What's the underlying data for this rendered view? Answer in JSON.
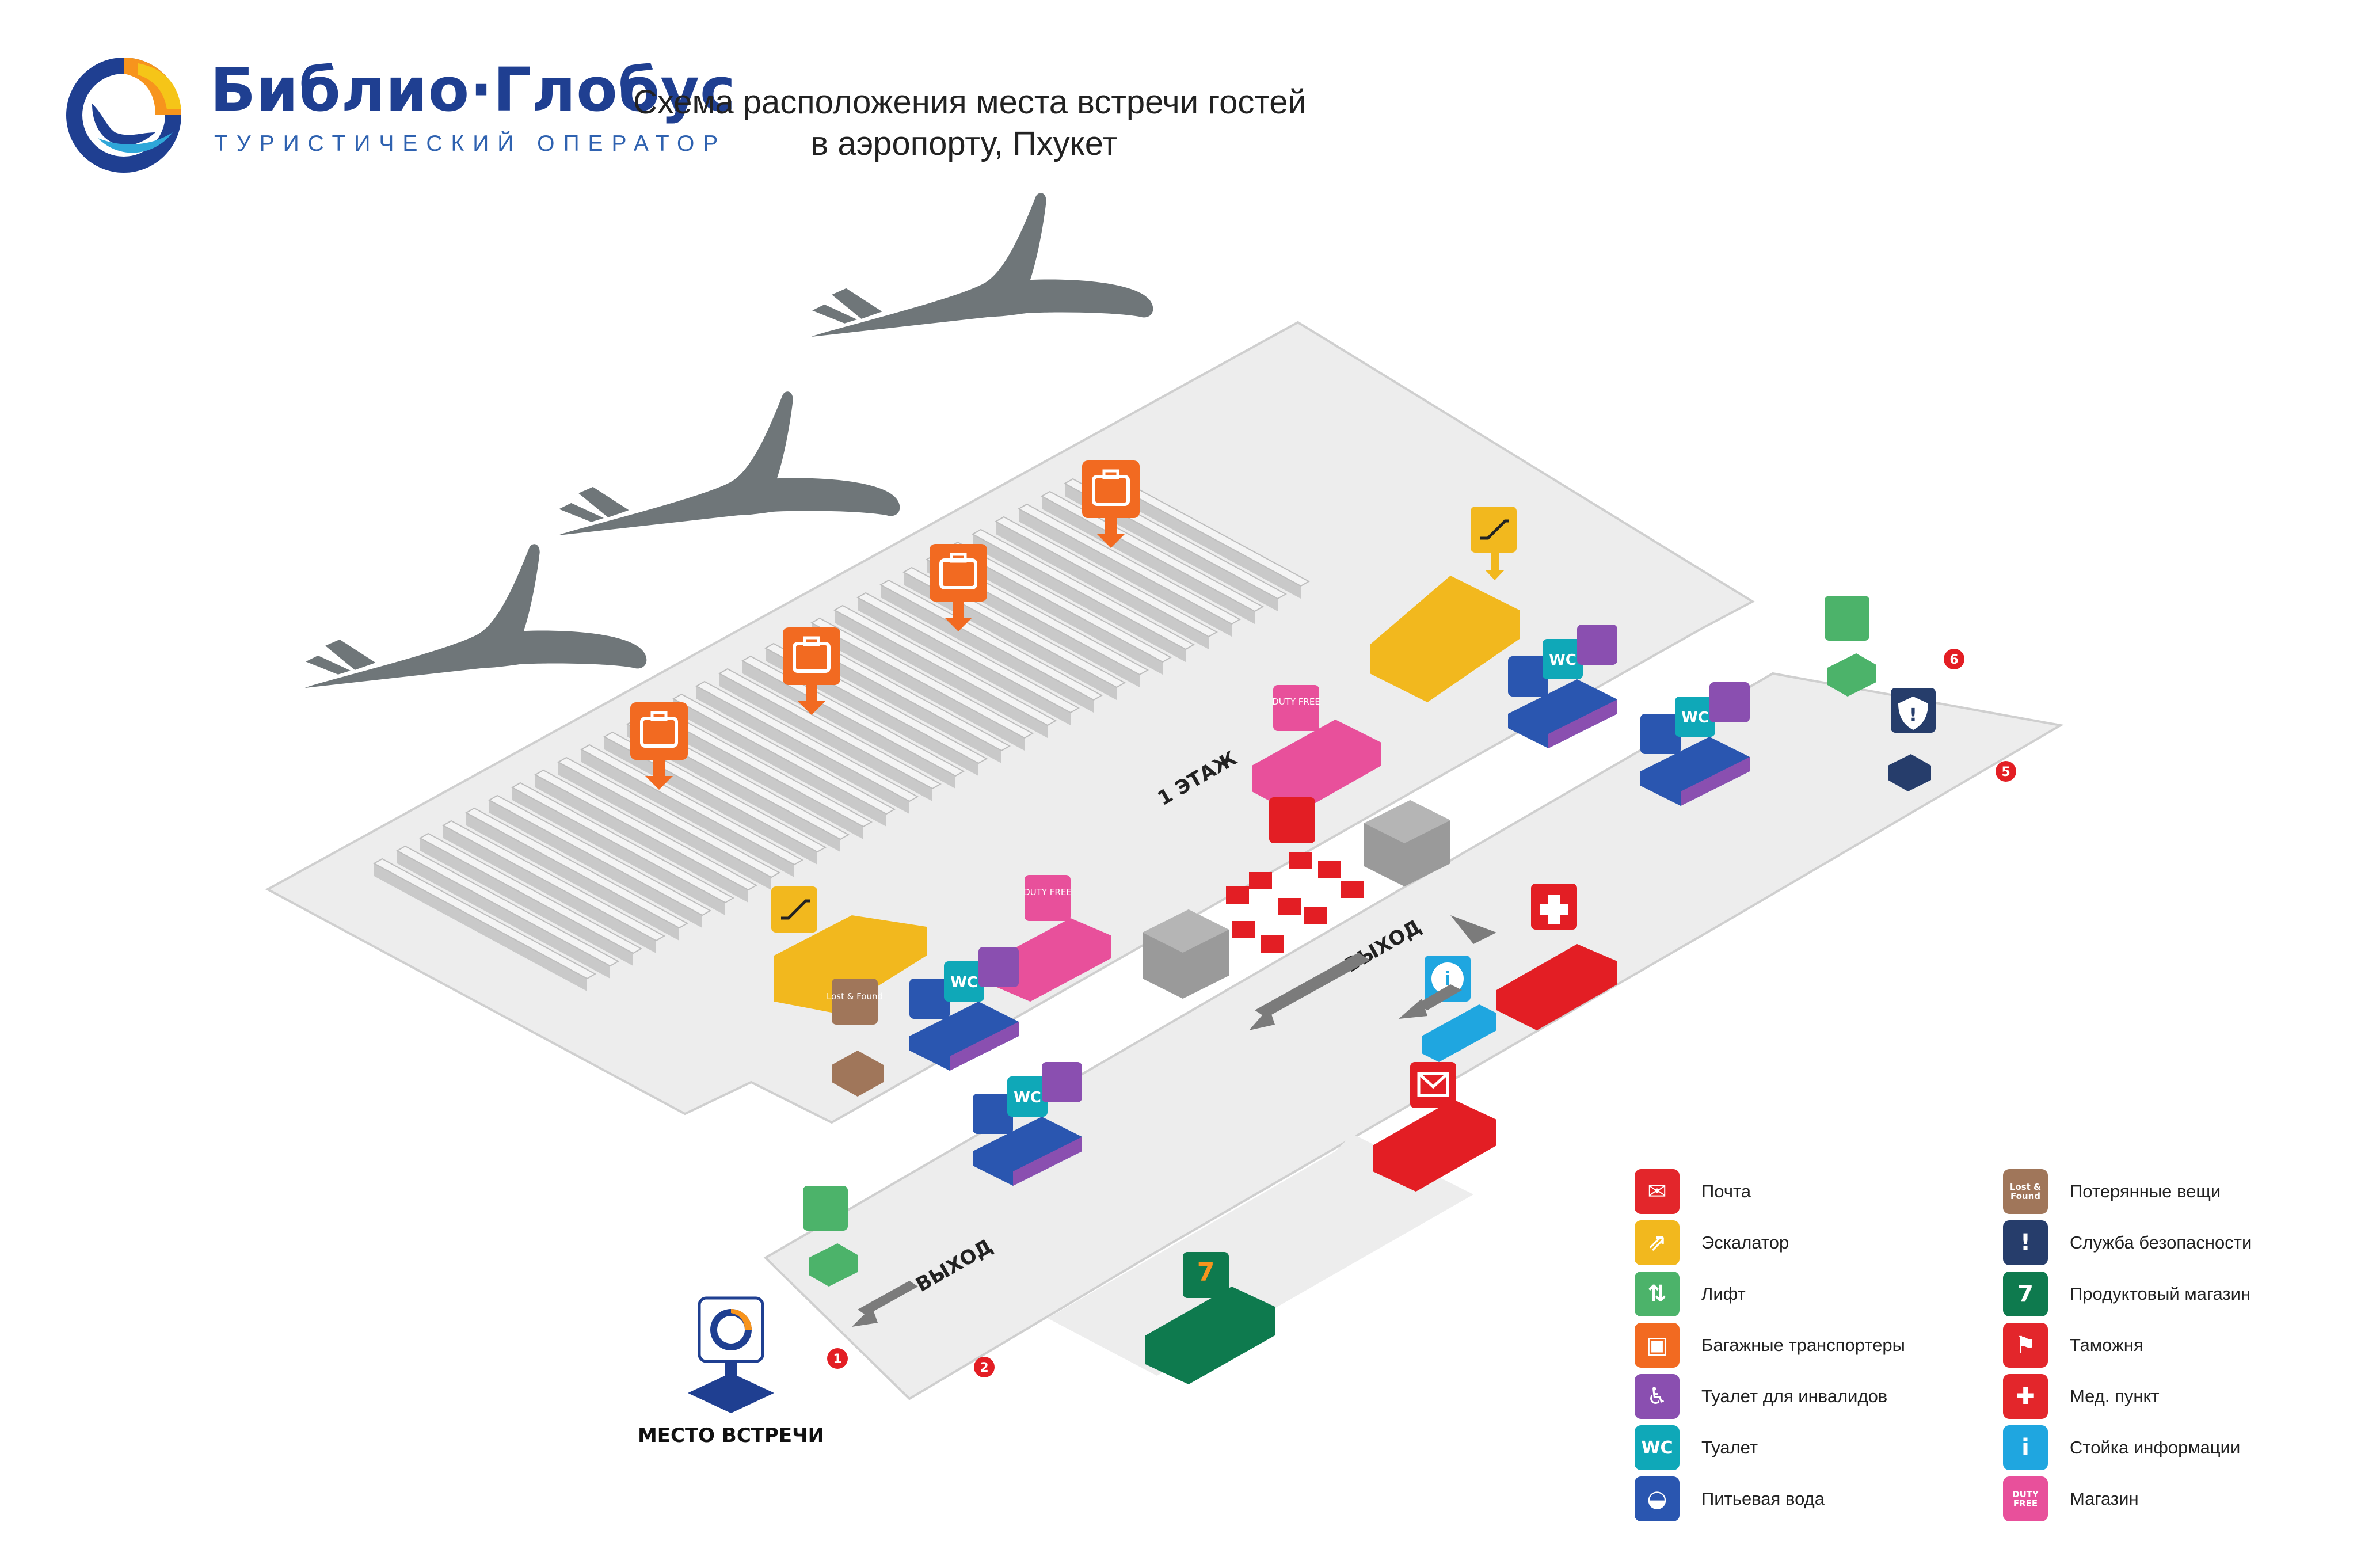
{
  "logo": {
    "name": "Библио·Глобус",
    "subtitle": "ТУРИСТИЧЕСКИЙ ОПЕРАТОР"
  },
  "title": {
    "line1": "Схема расположения места встречи гостей",
    "line2": "в аэропорту, Пхукет"
  },
  "map": {
    "floor_label": "1 ЭТАЖ",
    "exit_label_upper": "ВЫХОД",
    "exit_label_lower": "ВЫХОД",
    "meeting_point_label": "МЕСТО ВСТРЕЧИ",
    "duty_free_text": "DUTY FREE",
    "wc_text": "WC",
    "lost_found_text": "Lost & Found",
    "gate_numbers": [
      "1",
      "2",
      "5",
      "6"
    ]
  },
  "legend": {
    "left": [
      {
        "label": "Почта",
        "icon": "mail-icon",
        "color": "#e3262b"
      },
      {
        "label": "Эскалатор",
        "icon": "escalator-icon",
        "color": "#f2b81e"
      },
      {
        "label": "Лифт",
        "icon": "elevator-icon",
        "color": "#4cb36a"
      },
      {
        "label": "Багажные транспортеры",
        "icon": "baggage-icon",
        "color": "#f26a21"
      },
      {
        "label": "Туалет для инвалидов",
        "icon": "wheelchair-icon",
        "color": "#8a4fb0"
      },
      {
        "label": "Туалет",
        "icon": "wc-icon",
        "color": "#0fa8b8",
        "text": "WC"
      },
      {
        "label": "Питьевая вода",
        "icon": "drinking-water-icon",
        "color": "#2a56b0"
      }
    ],
    "right": [
      {
        "label": "Потерянные вещи",
        "icon": "lost-found-icon",
        "color": "#a0765a",
        "text": "Lost & Found"
      },
      {
        "label": "Служба безопасности",
        "icon": "security-icon",
        "color": "#263d6b"
      },
      {
        "label": "Продуктовый магазин",
        "icon": "grocery-icon",
        "color": "#0e7a4e"
      },
      {
        "label": "Таможня",
        "icon": "customs-icon",
        "color": "#e3262b"
      },
      {
        "label": "Мед. пункт",
        "icon": "medical-icon",
        "color": "#e3262b"
      },
      {
        "label": "Стойка информации",
        "icon": "info-icon",
        "color": "#1fa6e0"
      },
      {
        "label": "Магазин",
        "icon": "duty-free-icon",
        "color": "#e8509b",
        "text": "DUTY FREE"
      }
    ]
  },
  "colors": {
    "floor": "#ededed",
    "floor_edge": "#cfcfcf",
    "plane": "#6f7679",
    "brand_blue": "#1f3f91",
    "brand_orange": "#f5a623",
    "marker_red": "#e31e24"
  }
}
